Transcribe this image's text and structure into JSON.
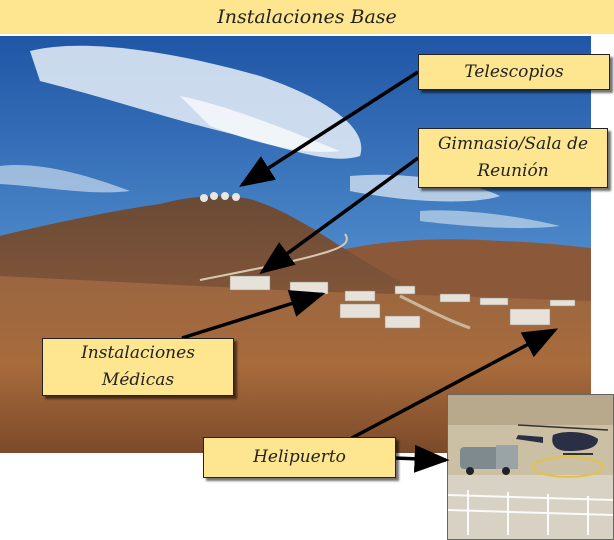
{
  "title": "Instalaciones Base",
  "labels": {
    "telescopes": "Telescopios",
    "gym": "Gimnasio/Sala de\nReunión",
    "medical": "Instalaciones\nMédicas",
    "helipad": "Helipuerto"
  },
  "colors": {
    "label_bg": "#fde68f",
    "sky_top": "#1f56a6",
    "sky_bottom": "#9cc3e2",
    "desert": "#a66a40",
    "arrow": "#000000"
  }
}
